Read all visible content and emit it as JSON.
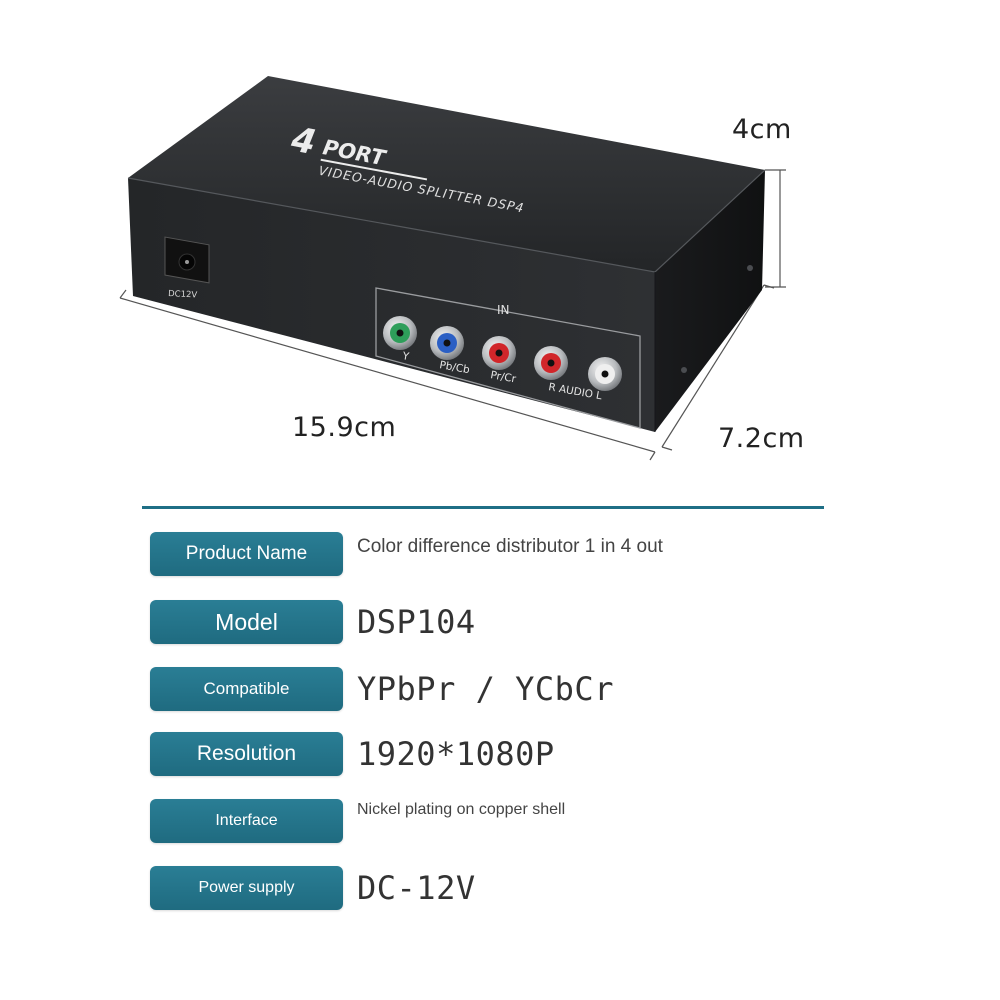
{
  "product": {
    "front_title_number": "4",
    "front_title_word": "PORT",
    "front_subtitle": "VIDEO-AUDIO SPLITTER DSP4",
    "power_port_label": "DC12V",
    "input_group_label": "IN",
    "connector_labels": [
      "Y",
      "Pb/Cb",
      "Pr/Cr",
      "R AUDIO L"
    ],
    "connector_colors": [
      "#2e9e5a",
      "#2b5fc4",
      "#d1262a",
      "#d1262a",
      "#e8e8e8"
    ],
    "body_color": "#2b2d2f"
  },
  "dimensions": {
    "height": "4cm",
    "width": "15.9cm",
    "depth": "7.2cm"
  },
  "specs": [
    {
      "label": "Product Name",
      "value": "Color difference distributor 1 in 4 out"
    },
    {
      "label": "Model",
      "value": "DSP104"
    },
    {
      "label": "Compatible",
      "value": "YPbPr / YCbCr"
    },
    {
      "label": "Resolution",
      "value": "1920*1080P"
    },
    {
      "label": "Interface",
      "value": "Nickel plating on copper shell"
    },
    {
      "label": "Power supply",
      "value": "DC-12V"
    }
  ],
  "colors": {
    "badge": "#257589",
    "divider": "#1f6f86"
  }
}
